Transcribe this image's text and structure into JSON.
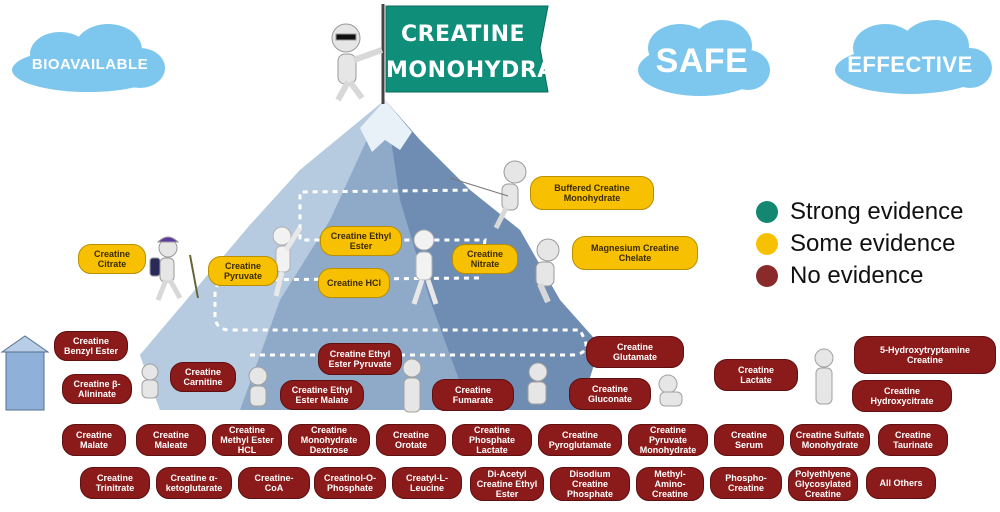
{
  "flag": {
    "line1": "CREATINE",
    "line2": "MONOHYDRATE",
    "color": "#0f8f7a"
  },
  "clouds": [
    {
      "label": "BIOAVAILABLE"
    },
    {
      "label": "SAFE"
    },
    {
      "label": "EFFECTIVE"
    }
  ],
  "legend": [
    {
      "label": "Strong evidence",
      "color": "#13876f"
    },
    {
      "label": "Some evidence",
      "color": "#f7c000"
    },
    {
      "label": "No evidence",
      "color": "#8b2a2a"
    }
  ],
  "some_evidence": [
    "Buffered Creatine\nMonohydrate",
    "Magnesium Creatine\nChelate",
    "Creatine Ethyl\nEster",
    "Creatine\nNitrate",
    "Creatine\nCitrate",
    "Creatine\nPyruvate",
    "Creatine HCl"
  ],
  "no_evidence": [
    "Creatine\nBenzyl Ester",
    "Creatine β-\nAlininate",
    "Creatine\nCarnitine",
    "Creatine Ethyl\nEster Pyruvate",
    "Creatine Ethyl\nEster Malate",
    "Creatine\nGlutamate",
    "Creatine\nLactate",
    "5-Hydroxytryptamine\nCreatine",
    "Creatine\nFumarate",
    "Creatine\nGluconate",
    "Creatine\nHydroxycitrate",
    "Creatine\nMalate",
    "Creatine\nMaleate",
    "Creatine\nMethyl Ester\nHCL",
    "Creatine\nMonohydrate\nDextrose",
    "Creatine\nOrotate",
    "Creatine\nPhosphate\nLactate",
    "Creatine\nPyroglutamate",
    "Creatine\nPyruvate\nMonohydrate",
    "Creatine\nSerum",
    "Creatine Sulfate\nMonohydrate",
    "Creatine\nTaurinate",
    "Creatine\nTrinitrate",
    "Creatine α-\nketoglutarate",
    "Creatine-\nCoA",
    "Creatinol-O-\nPhosphate",
    "Creatyl-L-\nLeucine",
    "Di-Acetyl\nCreatine Ethyl\nEster",
    "Disodium\nCreatine\nPhosphate",
    "Methyl-\nAmino-\nCreatine",
    "Phospho-\nCreatine",
    "Polyethlyene\nGlycosylated\nCreatine",
    "All Others"
  ]
}
